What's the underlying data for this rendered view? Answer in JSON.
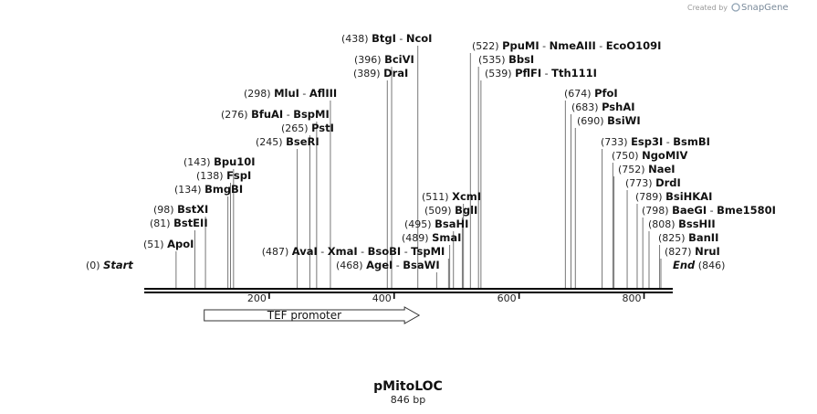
{
  "credit": {
    "prefix": "Created by",
    "brand": "SnapGene"
  },
  "map": {
    "name": "pMitoLOC",
    "size_label": "846 bp",
    "length": 846,
    "start_label": "Start",
    "start_pos": "(0)",
    "end_label": "End",
    "end_pos": "(846)"
  },
  "ticks": [
    {
      "value": 200,
      "label": "200"
    },
    {
      "value": 400,
      "label": "400"
    },
    {
      "value": 600,
      "label": "600"
    },
    {
      "value": 800,
      "label": "800"
    }
  ],
  "features": [
    {
      "name": "TEF promoter",
      "start": 96,
      "end": 440,
      "direction": "forward"
    }
  ],
  "sites": [
    {
      "pos": 51,
      "pos_label": "(51)",
      "names": [
        "ApoI"
      ]
    },
    {
      "pos": 81,
      "pos_label": "(81)",
      "names": [
        "BstEII"
      ]
    },
    {
      "pos": 98,
      "pos_label": "(98)",
      "names": [
        "BstXI"
      ]
    },
    {
      "pos": 134,
      "pos_label": "(134)",
      "names": [
        "BmgBI"
      ]
    },
    {
      "pos": 138,
      "pos_label": "(138)",
      "names": [
        "FspI"
      ]
    },
    {
      "pos": 143,
      "pos_label": "(143)",
      "names": [
        "Bpu10I"
      ]
    },
    {
      "pos": 245,
      "pos_label": "(245)",
      "names": [
        "BseRI"
      ]
    },
    {
      "pos": 265,
      "pos_label": "(265)",
      "names": [
        "PstI"
      ]
    },
    {
      "pos": 276,
      "pos_label": "(276)",
      "names": [
        "BfuAI",
        "BspMI"
      ]
    },
    {
      "pos": 298,
      "pos_label": "(298)",
      "names": [
        "MluI",
        "AflIII"
      ]
    },
    {
      "pos": 389,
      "pos_label": "(389)",
      "names": [
        "DraI"
      ]
    },
    {
      "pos": 396,
      "pos_label": "(396)",
      "names": [
        "BciVI"
      ]
    },
    {
      "pos": 438,
      "pos_label": "(438)",
      "names": [
        "BtgI",
        "NcoI"
      ]
    },
    {
      "pos": 468,
      "pos_label": "(468)",
      "names": [
        "AgeI",
        "BsaWI"
      ]
    },
    {
      "pos": 487,
      "pos_label": "(487)",
      "names": [
        "AvaI",
        "XmaI",
        "BsoBI",
        "TspMI"
      ]
    },
    {
      "pos": 489,
      "pos_label": "(489)",
      "names": [
        "SmaI"
      ]
    },
    {
      "pos": 495,
      "pos_label": "(495)",
      "names": [
        "BsaHI"
      ]
    },
    {
      "pos": 509,
      "pos_label": "(509)",
      "names": [
        "BglI"
      ]
    },
    {
      "pos": 511,
      "pos_label": "(511)",
      "names": [
        "XcmI"
      ]
    },
    {
      "pos": 522,
      "pos_label": "(522)",
      "names": [
        "PpuMI",
        "NmeAIII",
        "EcoO109I"
      ]
    },
    {
      "pos": 535,
      "pos_label": "(535)",
      "names": [
        "BbsI"
      ]
    },
    {
      "pos": 539,
      "pos_label": "(539)",
      "names": [
        "PflFI",
        "Tth111I"
      ]
    },
    {
      "pos": 674,
      "pos_label": "(674)",
      "names": [
        "PfoI"
      ]
    },
    {
      "pos": 683,
      "pos_label": "(683)",
      "names": [
        "PshAI"
      ]
    },
    {
      "pos": 690,
      "pos_label": "(690)",
      "names": [
        "BsiWI"
      ]
    },
    {
      "pos": 733,
      "pos_label": "(733)",
      "names": [
        "Esp3I",
        "BsmBI"
      ]
    },
    {
      "pos": 750,
      "pos_label": "(750)",
      "names": [
        "NgoMIV"
      ]
    },
    {
      "pos": 752,
      "pos_label": "(752)",
      "names": [
        "NaeI"
      ]
    },
    {
      "pos": 773,
      "pos_label": "(773)",
      "names": [
        "DrdI"
      ]
    },
    {
      "pos": 789,
      "pos_label": "(789)",
      "names": [
        "BsiHKAI"
      ]
    },
    {
      "pos": 798,
      "pos_label": "(798)",
      "names": [
        "BaeGI",
        "Bme1580I"
      ]
    },
    {
      "pos": 808,
      "pos_label": "(808)",
      "names": [
        "BssHII"
      ]
    },
    {
      "pos": 825,
      "pos_label": "(825)",
      "names": [
        "BanII"
      ]
    },
    {
      "pos": 827,
      "pos_label": "(827)",
      "names": [
        "NruI"
      ]
    }
  ]
}
